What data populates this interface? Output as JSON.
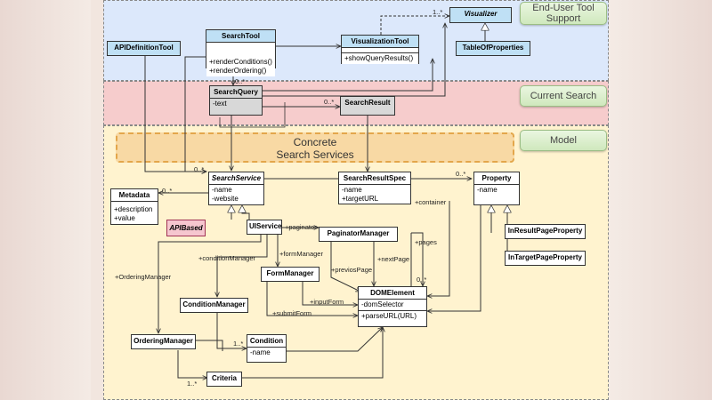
{
  "regions": {
    "tools": "End-User Tool Support",
    "search": "Current Search",
    "model": "Model",
    "concrete": "Concrete Search Services"
  },
  "classes": {
    "api_definition_tool": {
      "name": "APIDefinitionTool"
    },
    "search_tool": {
      "name": "SearchTool",
      "ops": [
        "+renderConditions()",
        "+renderOrdering()"
      ]
    },
    "visualization_tool": {
      "name": "VisualizationTool",
      "ops": [
        "+showQueryResults()"
      ]
    },
    "visualizer": {
      "name": "Visualizer"
    },
    "table_of_properties": {
      "name": "TableOfProperties"
    },
    "search_query": {
      "name": "SearchQuery",
      "attrs": [
        "-text"
      ]
    },
    "search_result": {
      "name": "SearchResult"
    },
    "search_service": {
      "name": "SearchService",
      "attrs": [
        "-name",
        "-website"
      ]
    },
    "metadata": {
      "name": "Metadata",
      "attrs": [
        "+description",
        "+value"
      ]
    },
    "api_based": {
      "name": "APIBased"
    },
    "ui_service": {
      "name": "UIService"
    },
    "search_result_spec": {
      "name": "SearchResultSpec",
      "attrs": [
        "-name",
        "+targetURL"
      ]
    },
    "property": {
      "name": "Property",
      "attrs": [
        "-name"
      ]
    },
    "paginator_manager": {
      "name": "PaginatorManager"
    },
    "form_manager": {
      "name": "FormManager"
    },
    "in_result_page_property": {
      "name": "InResultPageProperty"
    },
    "in_target_page_property": {
      "name": "InTargetPageProperty"
    },
    "condition_manager": {
      "name": "ConditionManager"
    },
    "dom_element": {
      "name": "DOMElement",
      "attrs": [
        "-domSelector"
      ],
      "ops": [
        "+parseURL(URL)"
      ]
    },
    "ordering_manager": {
      "name": "OrderingManager"
    },
    "condition": {
      "name": "Condition",
      "attrs": [
        "-name"
      ]
    },
    "criteria": {
      "name": "Criteria"
    }
  },
  "labels": {
    "vis_mult": "1..*",
    "sq_mult": "0..*",
    "sr_mult": "0..*",
    "ss_mult": "0..*",
    "md_mult": "0..*",
    "prop_mult": "0..*",
    "container": "+container",
    "paginator": "+paginator",
    "pages": "+pages",
    "form_manager": "+formManager",
    "condition_manager": "+conditionManager",
    "ordering_manager": "+OrderingManager",
    "next_page": "+nextPage",
    "previos_page": "+previosPage",
    "dom_mult": "0..*",
    "input_form": "+inputForm",
    "submit_form": "+submitForm",
    "cond_mult": "1..*",
    "criteria_mult": "1..*"
  }
}
